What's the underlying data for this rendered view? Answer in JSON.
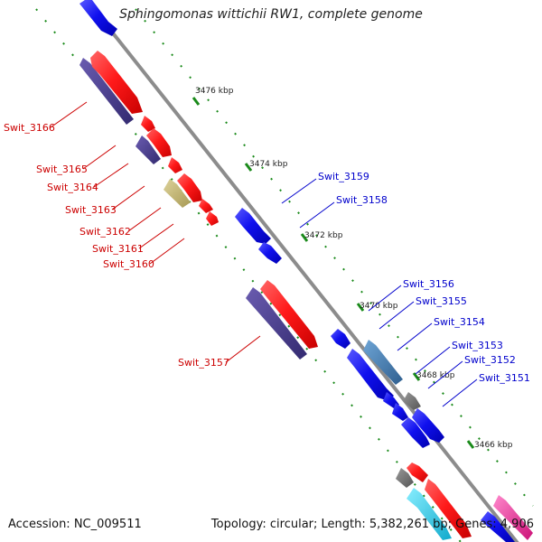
{
  "title": "Sphingomonas wittichii RW1, complete genome",
  "footer": {
    "accession": "Accession: NC_009511",
    "summary": "Topology: circular; Length: 5,382,261 bp; Genes: 4,906"
  },
  "colors": {
    "backbone": "#8c8c8c",
    "forward_gene": "#ee1111",
    "forward_gene_light": "#ff5555",
    "reverse_gene": "#0b0be6",
    "reverse_gene_light": "#4a4aff",
    "forward_label": "#cc0000",
    "reverse_label": "#0000cc",
    "tick": "#1a8a1a",
    "purple_cds": "#4a3d8c",
    "khaki_cds": "#c9bb7a",
    "steelblue_cds": "#4682b4",
    "gray_cds": "#707070",
    "cyan_cds": "#33ccee",
    "pink_cds": "#ee3399"
  },
  "ruler": [
    "3476 kbp",
    "3474 kbp",
    "3472 kbp",
    "3470 kbp",
    "3468 kbp",
    "3466 kbp"
  ],
  "forward_genes": [
    "Swit_3166",
    "Swit_3165",
    "Swit_3164",
    "Swit_3163",
    "Swit_3162",
    "Swit_3161",
    "Swit_3160",
    "Swit_3157"
  ],
  "reverse_genes": [
    "Swit_3159",
    "Swit_3158",
    "Swit_3156",
    "Swit_3155",
    "Swit_3154",
    "Swit_3153",
    "Swit_3152",
    "Swit_3151"
  ]
}
